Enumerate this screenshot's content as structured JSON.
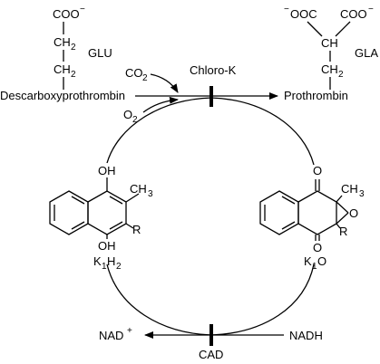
{
  "glu": {
    "coo": "COO",
    "charge": "−",
    "ch2_upper": "CH",
    "ch2_lower": "CH",
    "sub2": "2",
    "name": "GLU"
  },
  "gla": {
    "left_charge": "−",
    "left_group": "OOC",
    "right_group": "COO",
    "right_charge": "−",
    "ch": "CH",
    "ch2": "CH",
    "sub2": "2",
    "name": "GLA"
  },
  "reaction": {
    "substrate": "Descarboxyprothrombin",
    "product": "Prothrombin",
    "co2": "CO",
    "co2_sub": "2",
    "o2": "O",
    "o2_sub": "2",
    "enzyme_top": "Chloro-K"
  },
  "hydroquinone": {
    "oh_top": "OH",
    "ch3": "CH",
    "ch3_sub": "3",
    "r": "R",
    "oh_bottom": "OH",
    "name": "K",
    "name_sub1": "1",
    "name_h": "H",
    "name_sub2": "2"
  },
  "epoxide": {
    "o_top": "O",
    "ch3": "CH",
    "ch3_sub": "3",
    "o_ring": "O",
    "r": "R",
    "o_bottom": "O",
    "name": "K",
    "name_sub": "1",
    "name_o": "O"
  },
  "bottom": {
    "nad_plus": "NAD",
    "nad_plus_sup": "+",
    "nadh": "NADH",
    "enzyme_bottom": "CAD"
  }
}
